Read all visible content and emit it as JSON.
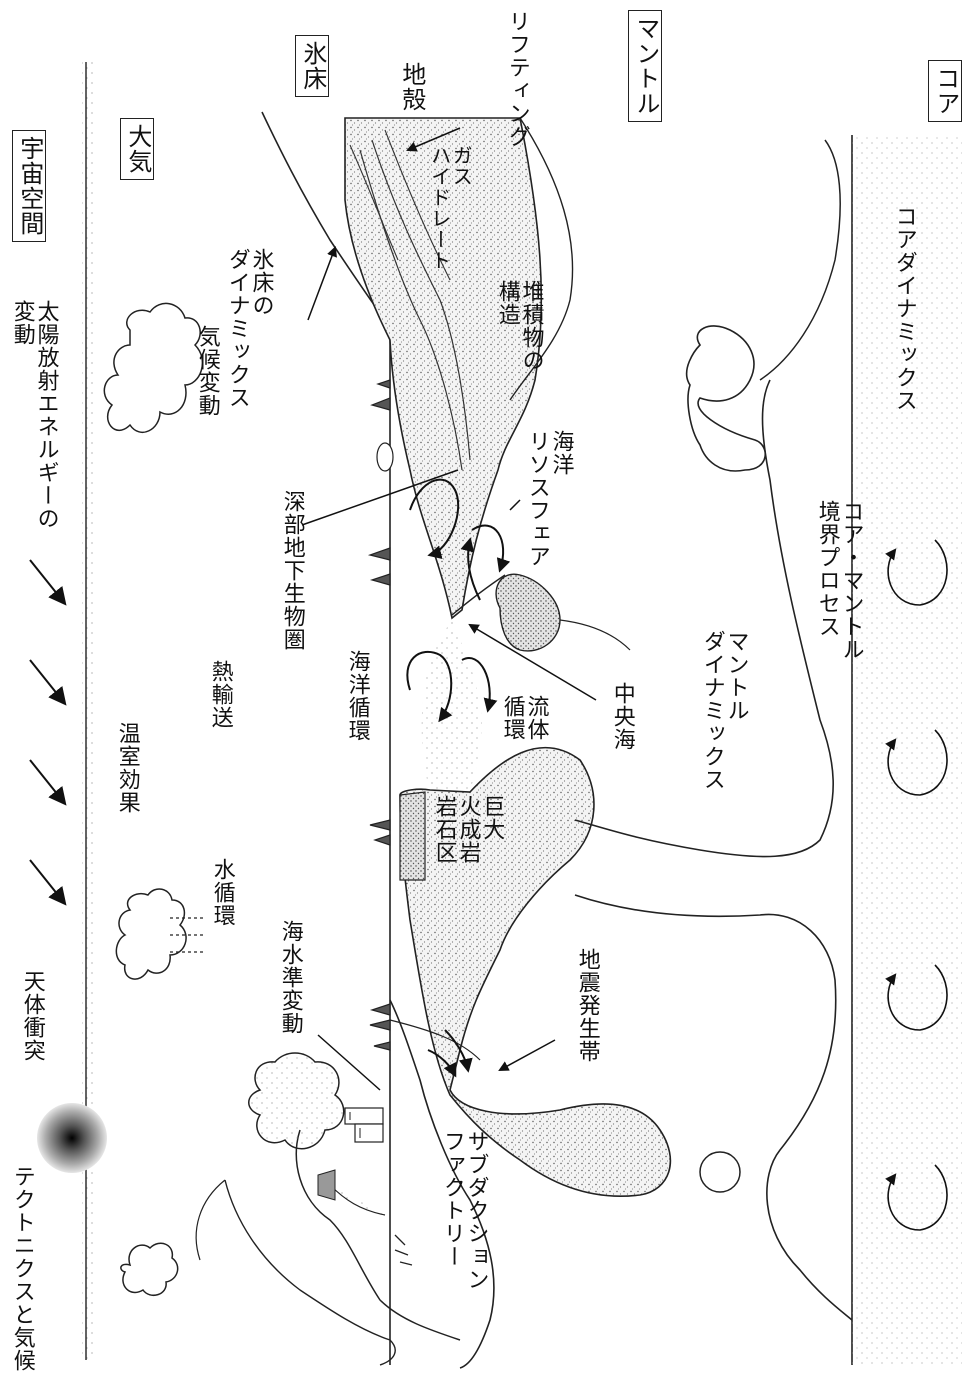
{
  "labels": {
    "space": "宇宙空間",
    "atmosphere": "大気",
    "ice_sheet": "氷床",
    "crust": "地殻",
    "mantle": "マントル",
    "core": "コア",
    "solar_radiation": "太陽放射エネルギーの\n変動",
    "climate_change": "気候変動",
    "greenhouse_effect": "温室効果",
    "heat_transport": "熱輸送",
    "water_cycle": "水循環",
    "impact": "天体衝突",
    "tectonics_climate": "テクトニクスと気候",
    "ice_dynamics": "氷床の\nダイナミックス",
    "rifting": "リフティング",
    "gas_hydrate": "ガス\nハイドレート",
    "sediment_structure": "堆積物の\n構造",
    "deep_biosphere": "深部地下生物圏",
    "ocean_circulation": "海洋循環",
    "ocean_lithosphere": "海洋\nリソスフェア",
    "fluid_circulation": "流体\n循環",
    "mid_ocean": "中央海",
    "giant_igneous": "巨大\n火成岩\n岩石区",
    "mantle_dynamics": "マントル\nダイナミックス",
    "core_mantle_boundary": "コア・マントル\n境界プロセス",
    "core_dynamics": "コアダイナミックス",
    "sea_level_change": "海水準変動",
    "seismogenic_zone": "地震発生帯",
    "subduction_factory": "サブダクション\nファクトリー"
  }
}
